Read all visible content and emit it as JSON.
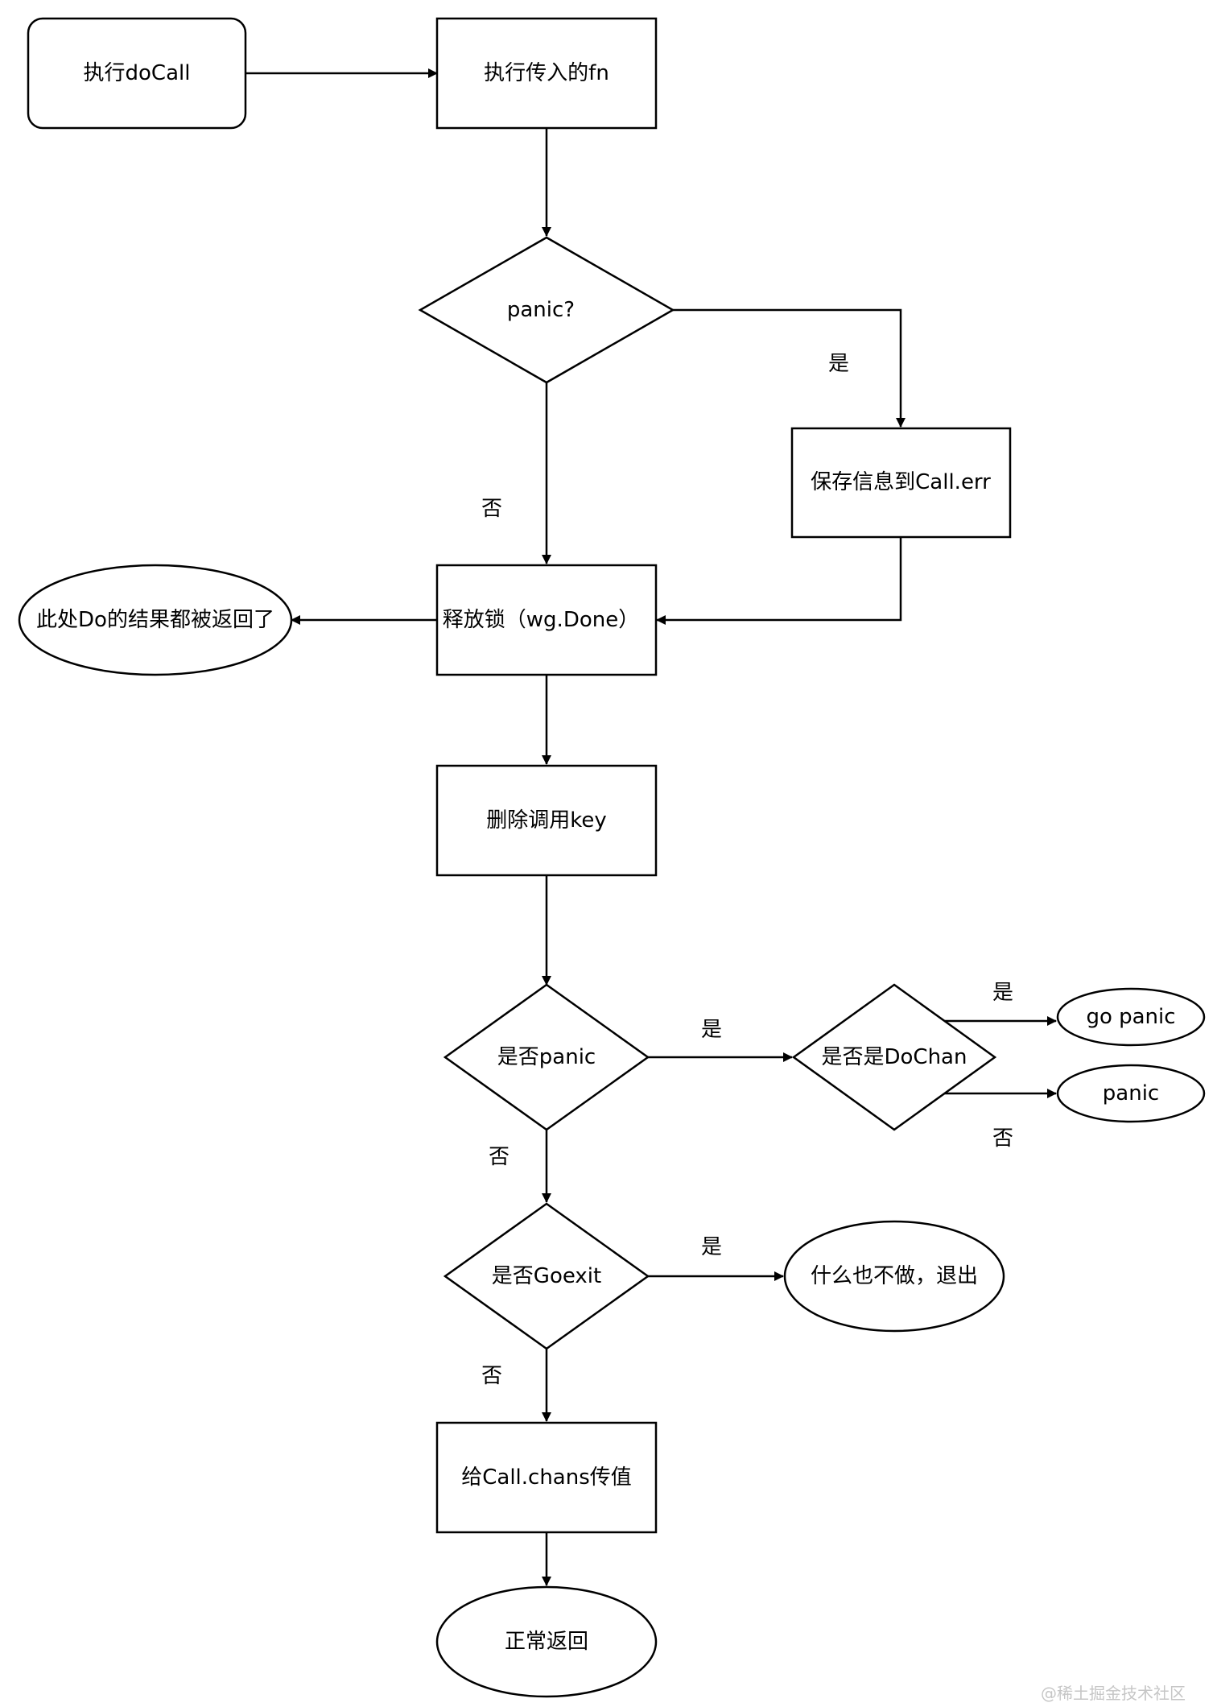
{
  "nodes": {
    "exec_docall": "执行doCall",
    "exec_fn": "执行传入的fn",
    "panic_q": "panic?",
    "save_info": "保存信息到Call.err",
    "release_lock": "释放锁（wg.Done）",
    "do_result": "此处Do的结果都被返回了",
    "delete_key": "删除调用key",
    "is_panic": "是否panic",
    "is_dochan": "是否是DoChan",
    "go_panic": "go panic",
    "panic": "panic",
    "is_goexit": "是否Goexit",
    "do_nothing": "什么也不做，退出",
    "send_chans": "给Call.chans传值",
    "normal_return": "正常返回"
  },
  "edge_labels": {
    "panic_yes": "是",
    "panic_no": "否",
    "is_panic_yes": "是",
    "is_panic_no": "否",
    "dochan_yes": "是",
    "dochan_no": "否",
    "goexit_yes": "是",
    "goexit_no": "否"
  },
  "watermark": "@稀土掘金技术社区"
}
